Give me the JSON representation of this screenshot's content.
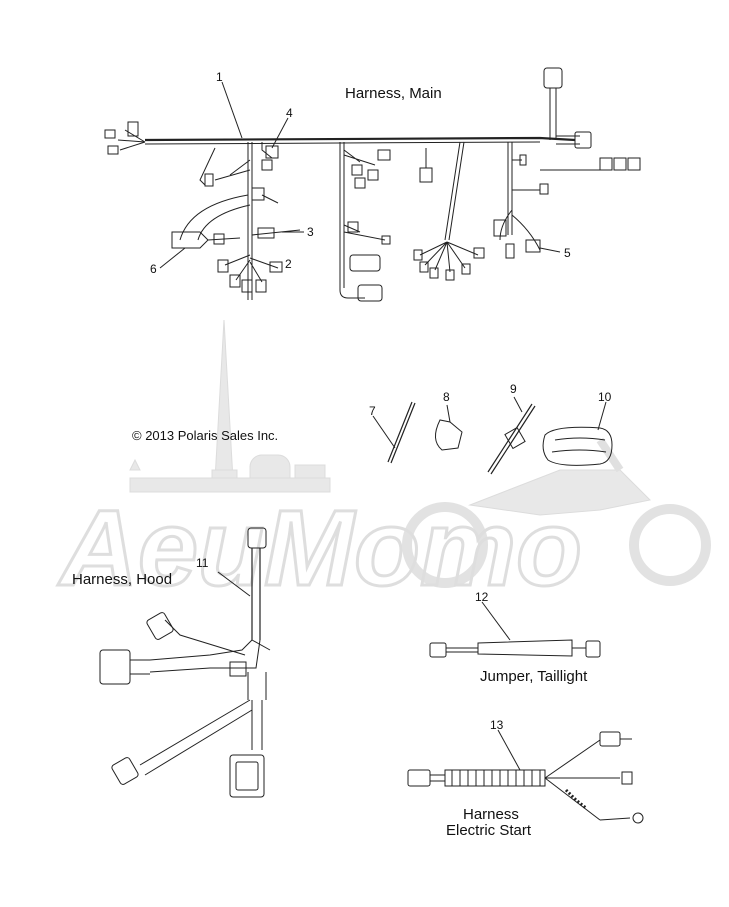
{
  "titles": {
    "main_harness": "Harness, Main",
    "hood_harness": "Harness, Hood",
    "jumper": "Jumper, Taillight",
    "electric_start_line1": "Harness",
    "electric_start_line2": "Electric Start"
  },
  "copyright": "© 2013 Polaris Sales Inc.",
  "watermark": "AeuMomo",
  "callouts": [
    "1",
    "2",
    "3",
    "4",
    "5",
    "6",
    "7",
    "8",
    "9",
    "10",
    "11",
    "12",
    "13"
  ],
  "colors": {
    "line": "#222222",
    "watermark": "#e6e6e6"
  }
}
